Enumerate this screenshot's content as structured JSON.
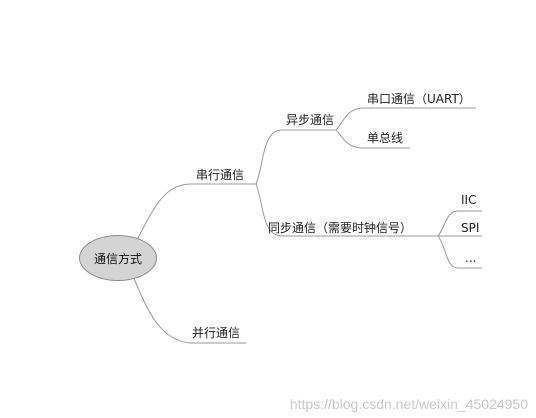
{
  "root": {
    "label": "通信方式"
  },
  "branches": {
    "serial": {
      "label": "串行通信"
    },
    "parallel": {
      "label": "并行通信"
    },
    "async": {
      "label": "异步通信"
    },
    "sync": {
      "label": "同步通信（需要时钟信号）"
    },
    "uart": {
      "label": "串口通信（UART）"
    },
    "single_bus": {
      "label": "单总线"
    },
    "iic": {
      "label": "IIC"
    },
    "spi": {
      "label": "SPI"
    },
    "more": {
      "label": "..."
    }
  },
  "watermark": "https://blog.csdn.net/weixin_45024950"
}
